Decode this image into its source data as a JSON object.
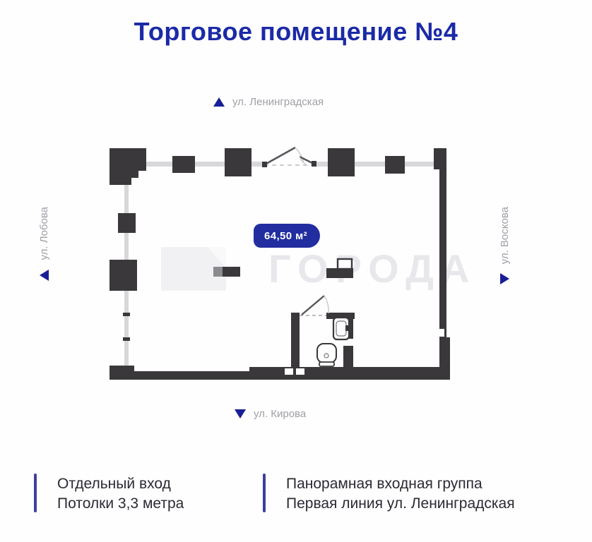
{
  "header": {
    "title": "Торговое помещение №4"
  },
  "streets": {
    "top": "ул. Ленинградская",
    "left": "ул. Лобова",
    "right": "ул. Воскова",
    "bottom": "ул. Кирова"
  },
  "plan": {
    "area_label": "64,50 м²",
    "watermark_text": "ГОРОДА",
    "fixtures": [
      "entrance-double-door",
      "bathroom",
      "sink",
      "toilet"
    ]
  },
  "features": {
    "left_lines": [
      "Отдельный вход",
      "Потолки 3,3 метра"
    ],
    "right_lines": [
      "Панорамная входная группа",
      "Первая линия ул. Ленинградская"
    ]
  },
  "icons": {
    "top": "triangle-up",
    "left": "triangle-left",
    "right": "triangle-right",
    "bottom": "triangle-down"
  },
  "colors": {
    "accent_blue": "#1b2aa6",
    "marker_blue": "#1a1e96",
    "badge_blue": "#222da0",
    "wall_dark": "#3a383a",
    "window_gray": "#d8d8da",
    "street_text_gray": "#9fa0a6",
    "watermark_gray": "#e8e8ec",
    "body_text_dark": "#2a2a33",
    "divider_blue": "#3e3f9e"
  }
}
